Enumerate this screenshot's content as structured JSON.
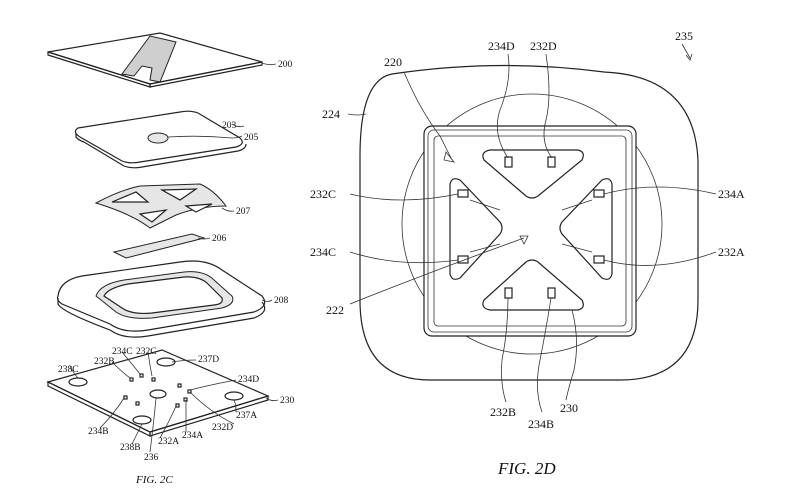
{
  "figures": {
    "left": {
      "caption": "FIG. 2C"
    },
    "right": {
      "caption": "FIG. 2D"
    }
  },
  "keycap_letter": "A",
  "labels_2c": {
    "l200": "200",
    "l203": "203",
    "l205": "205",
    "l207": "207",
    "l206": "206",
    "l208": "208",
    "l230": "230",
    "l238C": "238C",
    "l232B": "232B",
    "l234C": "234C",
    "l232C": "232C",
    "l237D": "237D",
    "l234D": "234D",
    "l234B": "234B",
    "l238B": "238B",
    "l236": "236",
    "l232A": "232A",
    "l234A": "234A",
    "l232D": "232D",
    "l237A": "237A"
  },
  "labels_2d": {
    "l235": "235",
    "l234D": "234D",
    "l232D": "232D",
    "l220": "220",
    "l224": "224",
    "l232C": "232C",
    "l234A": "234A",
    "l234C": "234C",
    "l232A": "232A",
    "l222": "222",
    "l232B": "232B",
    "l230": "230",
    "l234B": "234B"
  }
}
